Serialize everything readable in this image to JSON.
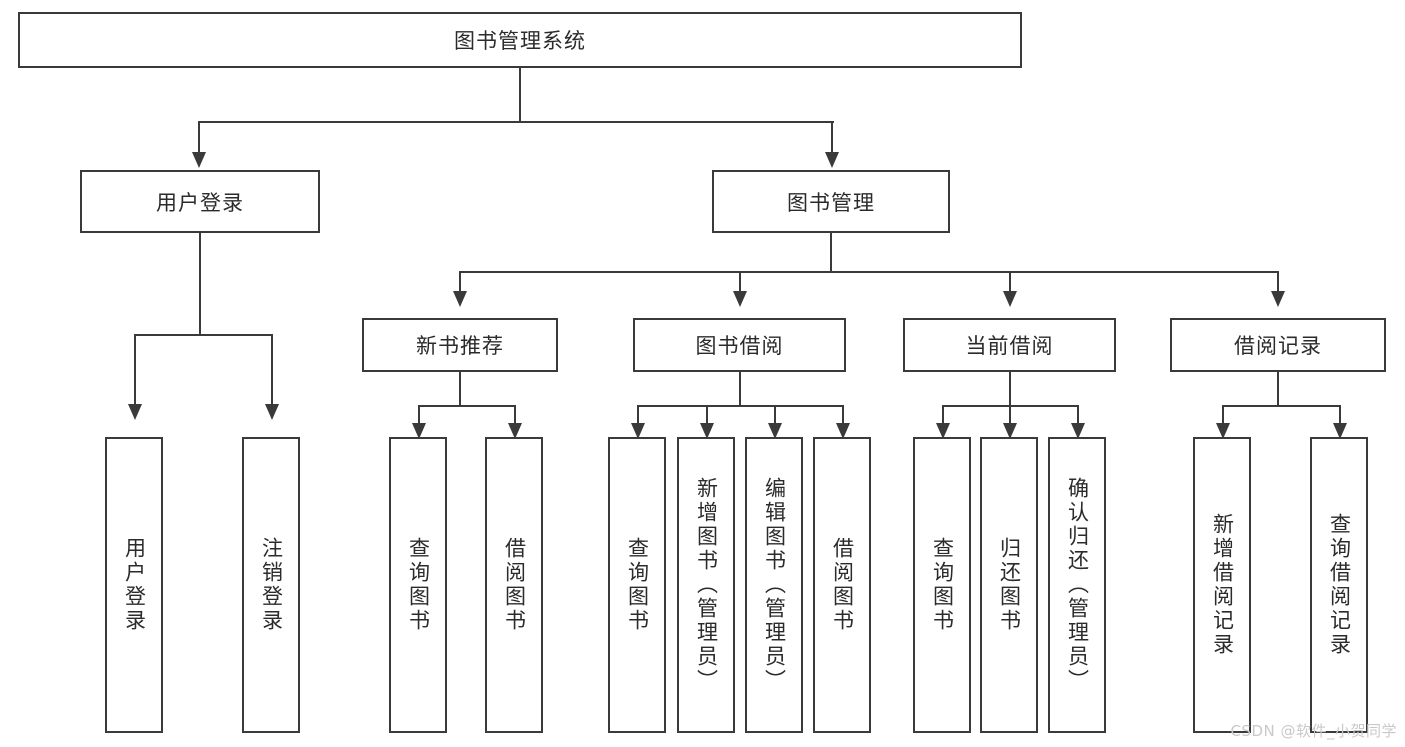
{
  "diagram": {
    "title": "图书管理系统",
    "type": "tree-hierarchy",
    "root": {
      "label": "图书管理系统"
    },
    "level2": [
      {
        "label": "用户登录"
      },
      {
        "label": "图书管理"
      }
    ],
    "level3": [
      {
        "label": "新书推荐"
      },
      {
        "label": "图书借阅"
      },
      {
        "label": "当前借阅"
      },
      {
        "label": "借阅记录"
      }
    ],
    "leaves": {
      "user_login": [
        {
          "label": "用户登录"
        },
        {
          "label": "注销登录"
        }
      ],
      "new_book_recommend": [
        {
          "label": "查询图书"
        },
        {
          "label": "借阅图书"
        }
      ],
      "book_borrow": [
        {
          "label": "查询图书"
        },
        {
          "label": "新增图书（管理员）"
        },
        {
          "label": "编辑图书（管理员）"
        },
        {
          "label": "借阅图书"
        }
      ],
      "current_borrow": [
        {
          "label": "查询图书"
        },
        {
          "label": "归还图书"
        },
        {
          "label": "确认归还（管理员）"
        }
      ],
      "borrow_record": [
        {
          "label": "新增借阅记录"
        },
        {
          "label": "查询借阅记录"
        }
      ]
    }
  },
  "watermark": {
    "text": "CSDN @软件_小贺同学"
  },
  "colors": {
    "stroke": "#3a3a3a",
    "text": "#2b2b2b",
    "background": "#ffffff",
    "watermark": "#c9c9c9"
  }
}
